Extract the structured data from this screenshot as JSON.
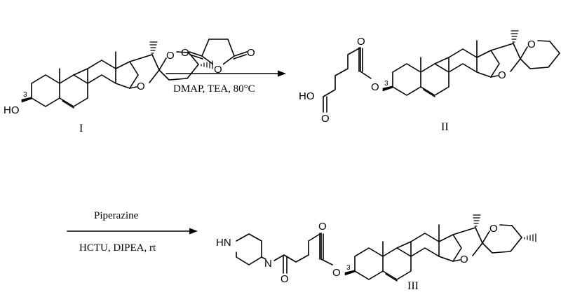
{
  "reaction1": {
    "conditions": "DMAP, TEA, 80°C",
    "reagent_labels": {
      "o_left": "O",
      "o_ring": "O",
      "o_right": "O"
    }
  },
  "reaction2": {
    "reagent": "Piperazine",
    "conditions": "HCTU, DIPEA, rt"
  },
  "compound_I": {
    "label": "I",
    "position_label": "3",
    "atoms": {
      "ho": "HO",
      "o_furan": "O",
      "o_pyran": "O"
    }
  },
  "compound_II": {
    "label": "II",
    "position_label": "3",
    "atoms": {
      "oh": "HO",
      "o_carbonyl1": "O",
      "o_carbonyl2": "O",
      "o_ester": "O",
      "o_furan": "O",
      "o_pyran": "O"
    }
  },
  "compound_III": {
    "label": "III",
    "position_label": "3",
    "atoms": {
      "hn": "HN",
      "n": "N",
      "o_amide": "O",
      "o_carbonyl": "O",
      "o_ester": "O",
      "o_furan": "O",
      "o_pyran": "O"
    }
  }
}
